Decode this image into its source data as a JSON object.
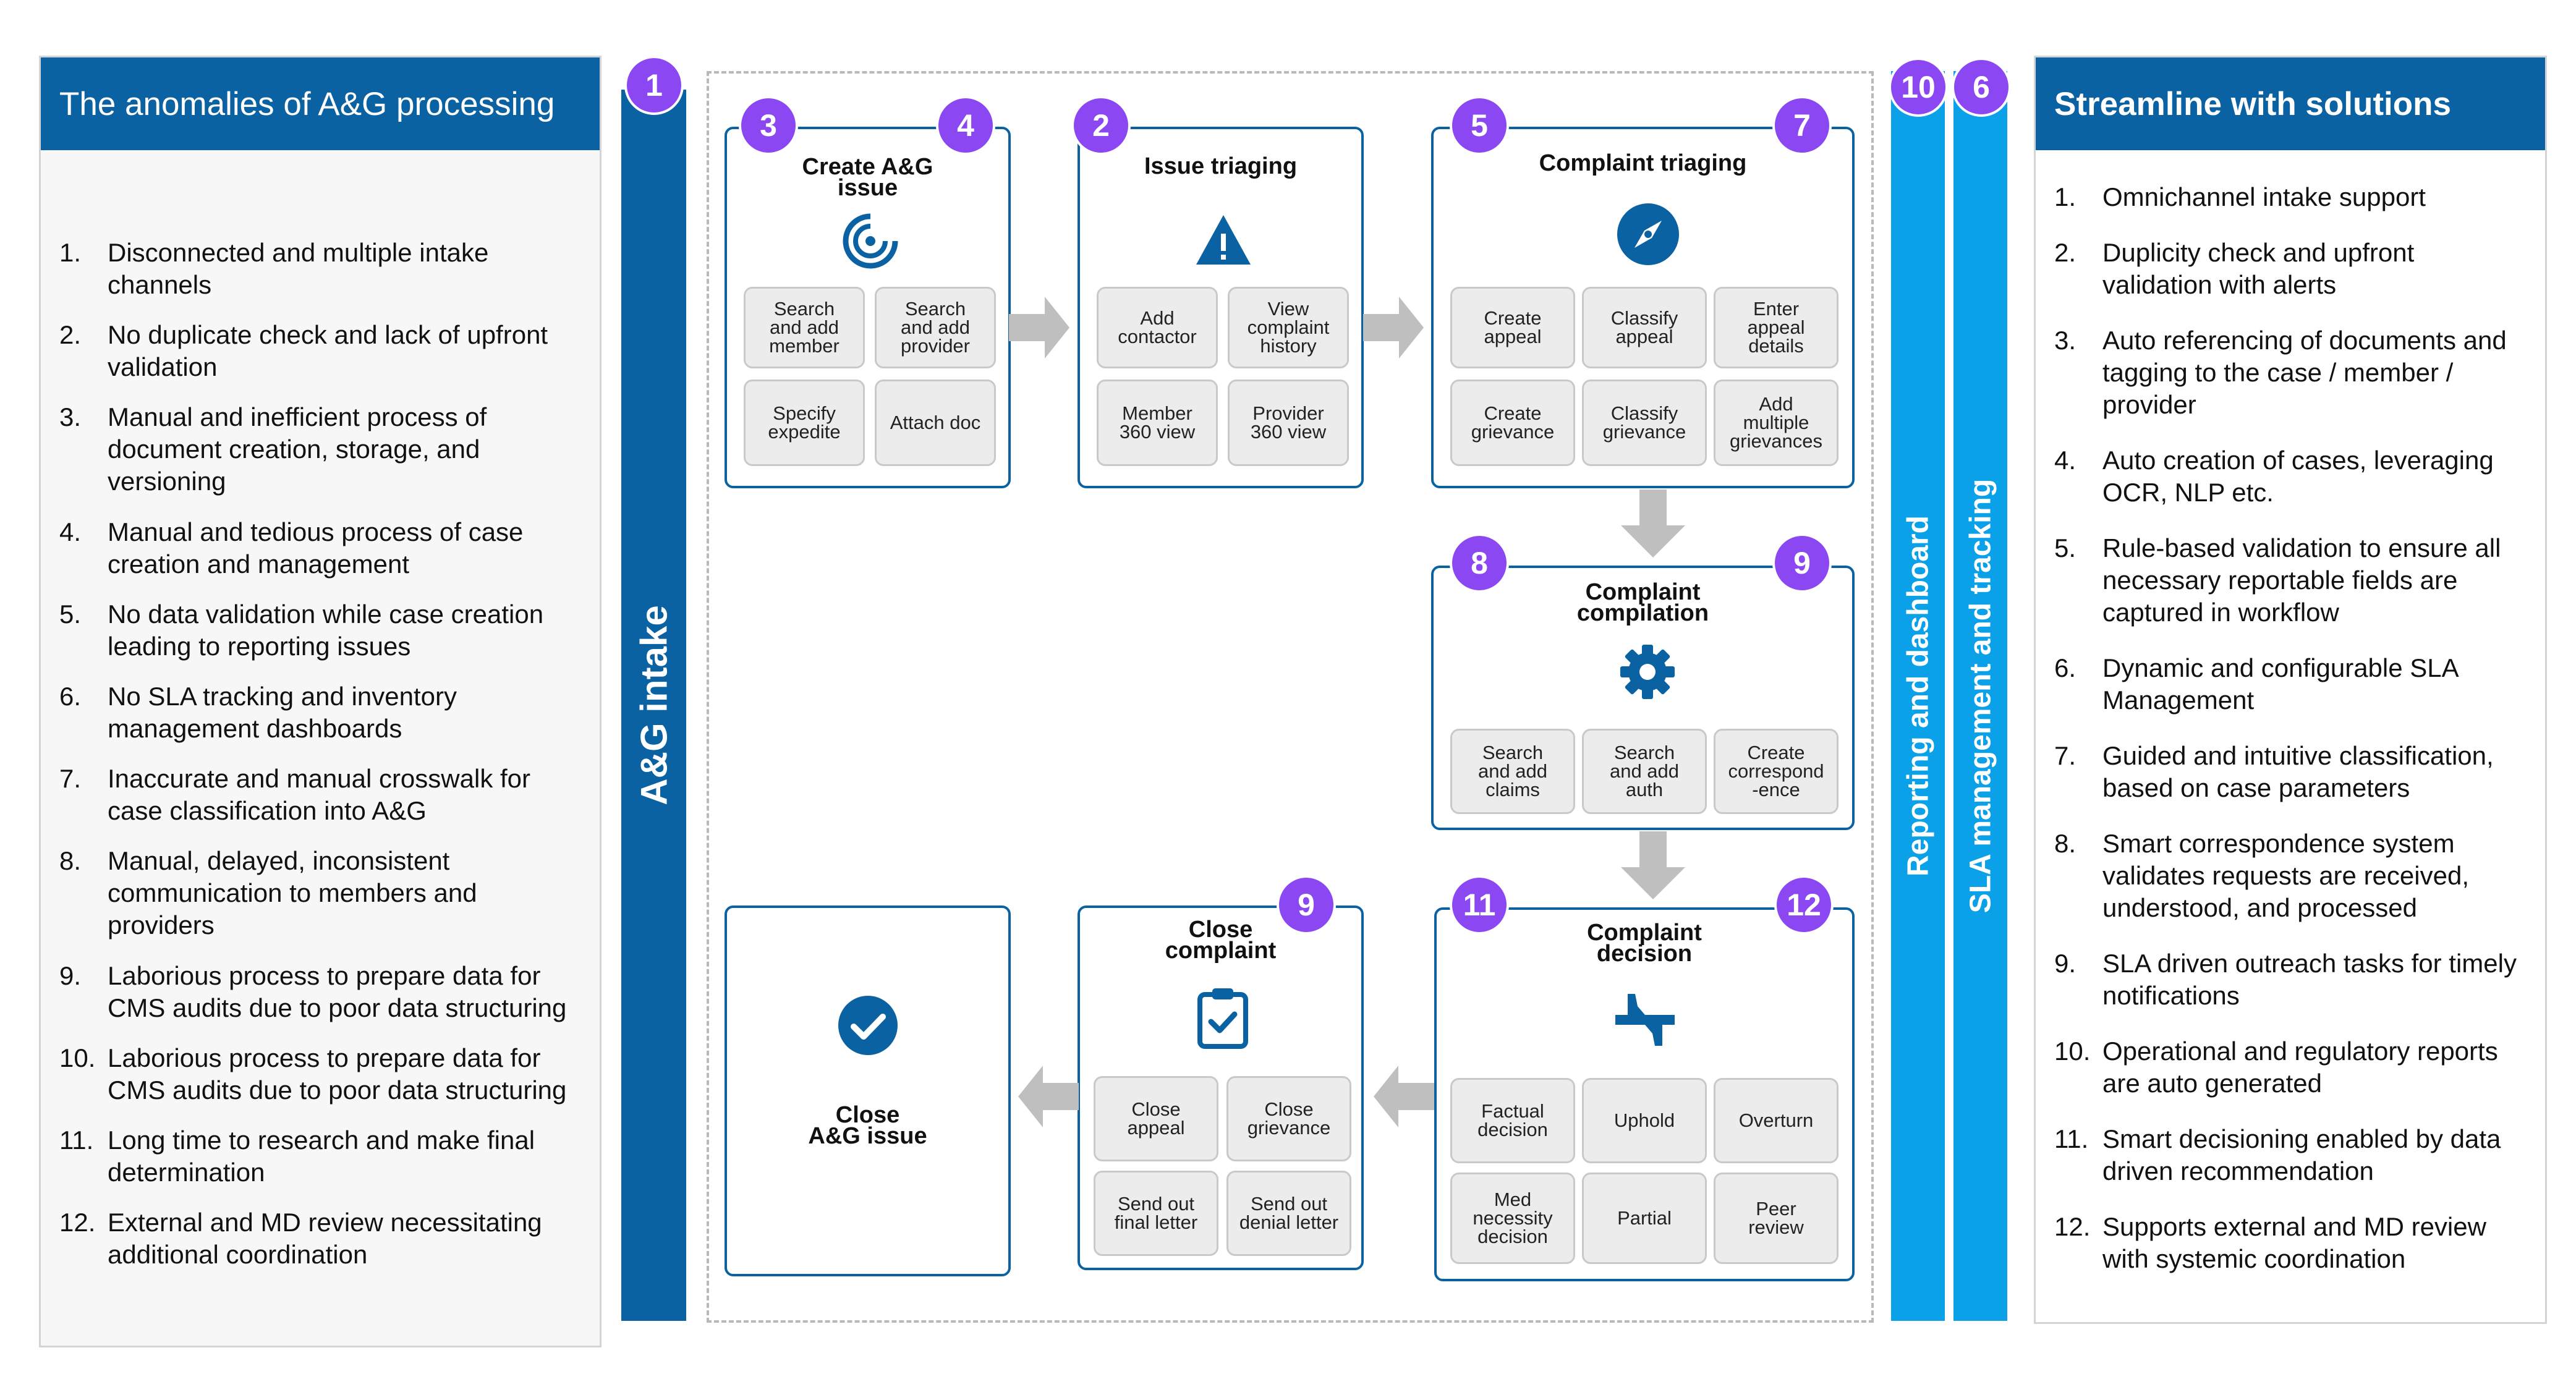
{
  "left_panel": {
    "title": "The anomalies of A&G processing",
    "items": [
      {
        "num": "1.",
        "text": "Disconnected and multiple intake channels"
      },
      {
        "num": "2.",
        "text": "No duplicate check and lack of upfront validation"
      },
      {
        "num": "3.",
        "text": "Manual and inefficient process of document creation, storage, and versioning"
      },
      {
        "num": "4.",
        "text": "Manual and tedious process of case creation and management"
      },
      {
        "num": "5.",
        "text": "No data validation while case creation leading to reporting issues"
      },
      {
        "num": "6.",
        "text": "No SLA tracking and inventory management dashboards"
      },
      {
        "num": "7.",
        "text": "Inaccurate and manual crosswalk for case classification into A&G"
      },
      {
        "num": "8.",
        "text": "Manual, delayed, inconsistent communication to members and providers"
      },
      {
        "num": "9.",
        "text": "Laborious process to prepare data for CMS audits due to poor data structuring"
      },
      {
        "num": "10.",
        "text": "Laborious process to prepare data for CMS audits due to poor data structuring"
      },
      {
        "num": "11.",
        "text": "Long time to research and make final determination"
      },
      {
        "num": "12.",
        "text": "External and MD review necessitating additional coordination"
      }
    ]
  },
  "right_panel": {
    "title": "Streamline with solutions",
    "items": [
      {
        "num": "1.",
        "text": "Omnichannel intake support"
      },
      {
        "num": "2.",
        "text": "Duplicity check and upfront validation with alerts"
      },
      {
        "num": "3.",
        "text": "Auto referencing of documents and tagging to the case / member / provider"
      },
      {
        "num": "4.",
        "text": "Auto creation of cases, leveraging OCR, NLP etc."
      },
      {
        "num": "5.",
        "text": "Rule-based validation to ensure all necessary reportable fields are captured in workflow"
      },
      {
        "num": "6.",
        "text": "Dynamic and configurable SLA Management"
      },
      {
        "num": "7.",
        "text": "Guided and intuitive classification, based on case parameters"
      },
      {
        "num": "8.",
        "text": "Smart correspondence system validates requests are received, understood, and processed"
      },
      {
        "num": "9.",
        "text": "SLA driven outreach tasks for timely notifications"
      },
      {
        "num": "10.",
        "text": "Operational and regulatory reports are auto generated"
      },
      {
        "num": "11.",
        "text": "Smart decisioning enabled by data driven recommendation"
      },
      {
        "num": "12.",
        "text": "Supports external and MD review with systemic coordination"
      }
    ]
  },
  "bars": {
    "intake": {
      "label": "A&G  intake",
      "badge": "1"
    },
    "reporting": {
      "label": "Reporting and dashboard",
      "badge": "10"
    },
    "sla": {
      "label": "SLA management and tracking",
      "badge": "6"
    }
  },
  "cards": {
    "create": {
      "title": "Create A&G\nissue",
      "badges": [
        "3",
        "4"
      ],
      "icon": "radar-icon",
      "tiles": [
        "Search\nand add\nmember",
        "Search\nand add\nprovider",
        "Specify\nexpedite",
        "Attach doc"
      ]
    },
    "triage": {
      "title": "Issue triaging",
      "badges": [
        "2"
      ],
      "icon": "warning-icon",
      "tiles": [
        "Add\ncontactor",
        "View\ncomplaint\nhistory",
        "Member\n360 view",
        "Provider\n360 view"
      ]
    },
    "ctriage": {
      "title": "Complaint triaging",
      "badges": [
        "5",
        "7"
      ],
      "icon": "compass-icon",
      "tiles": [
        "Create\nappeal",
        "Classify\nappeal",
        "Enter\nappeal\ndetails",
        "Create\ngrievance",
        "Classify\ngrievance",
        "Add\nmultiple\ngrievances"
      ]
    },
    "compile": {
      "title": "Complaint\ncompilation",
      "badges": [
        "8",
        "9"
      ],
      "icon": "gear-icon",
      "tiles": [
        "Search\nand add\nclaims",
        "Search\nand add\nauth",
        "Create\ncorrespond\n-ence"
      ]
    },
    "decision": {
      "title": "Complaint\ndecision",
      "badges": [
        "11",
        "12"
      ],
      "icon": "thumbs-icon",
      "tiles": [
        "Factual\ndecision",
        "Uphold",
        "Overturn",
        "Med\nnecessity\ndecision",
        "Partial",
        "Peer\nreview"
      ]
    },
    "close": {
      "title": "Close\ncomplaint",
      "badges": [
        "9"
      ],
      "icon": "clipboard-check-icon",
      "tiles": [
        "Close\nappeal",
        "Close\ngrievance",
        "Send out\nfinal letter",
        "Send out\ndenial letter"
      ]
    },
    "done": {
      "title": "Close\nA&G issue",
      "icon": "check-circle-icon"
    }
  },
  "colors": {
    "primary": "#0a62a3",
    "accent": "#8b48f2",
    "bar_light": "#0aa1e8",
    "arrow": "#bfbfbf"
  }
}
